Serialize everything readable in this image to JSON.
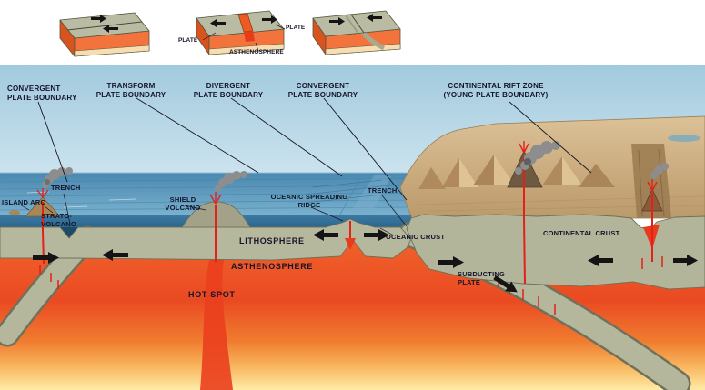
{
  "legend": {
    "plate_left": "PLATE",
    "plate_right": "PLATE",
    "asthenosphere": "ASTHENOSPHERE"
  },
  "boundaries": {
    "convergent_left": "CONVERGENT\nPLATE BOUNDARY",
    "transform": "TRANSFORM\nPLATE BOUNDARY",
    "divergent": "DIVERGENT\nPLATE BOUNDARY",
    "convergent_right": "CONVERGENT\nPLATE BOUNDARY",
    "continental_rift": "CONTINENTAL RIFT ZONE\n(YOUNG PLATE BOUNDARY)"
  },
  "features": {
    "island_arc": "ISLAND ARC",
    "trench_left": "TRENCH",
    "strato_volcano": "STRATO-\nVOLCANO",
    "shield_volcano": "SHIELD\nVOLCANO",
    "spreading_ridge": "OCEANIC SPREADING\nRIDGE",
    "trench_right": "TRENCH",
    "lithosphere": "LITHOSPHERE",
    "oceanic_crust": "OCEANIC CRUST",
    "continental_crust": "CONTINENTAL CRUST",
    "asthenosphere": "ASTHENOSPHERE",
    "hot_spot": "HOT SPOT",
    "subducting_plate": "SUBDUCTING\nPLATE"
  },
  "colors": {
    "sky": "#aed3e6",
    "ocean": "#4d8db4",
    "lithosphere": "#b6b89e",
    "asthenosphere_top": "#ee4f23",
    "mantle_deep_yellow": "#ffeba6",
    "land": "#cfae7e",
    "magma_red": "#e32119",
    "smoke_gray": "#8d8d8d",
    "label_text": "#14142a"
  }
}
